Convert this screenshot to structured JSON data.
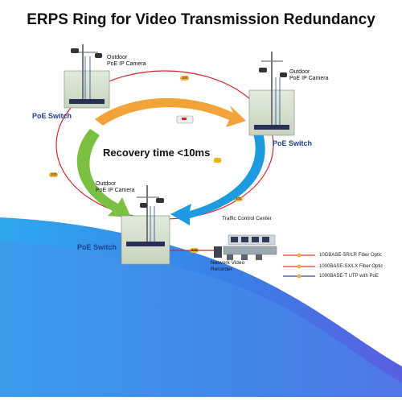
{
  "title": "ERPS Ring for Video Transmission Redundancy",
  "recovery_text": "Recovery time <10ms",
  "camera_label_line1": "Outdoor",
  "camera_label_line2": "PoE IP Camera",
  "switch_label": "PoE Switch",
  "traffic_center_label": "Traffic Control Center",
  "nvr_label_line1": "Network Video",
  "nvr_label_line2": "Recorder",
  "link_tag": "100",
  "legend": [
    {
      "label": "10GBASE-SR/LR Fiber Optic",
      "color": "#e53935"
    },
    {
      "label": "1000BASE-SX/LX Fiber Optic",
      "color": "#e53935"
    },
    {
      "label": "1000BASE-T UTP with PoE",
      "color": "#2b49a8"
    }
  ],
  "colors": {
    "ring": "#d62828",
    "arrow_orange": "#f2a33a",
    "arrow_green": "#7bc043",
    "arrow_blue": "#1e9be0",
    "wave": "#2e7fe0",
    "utp": "#2b49a8"
  }
}
